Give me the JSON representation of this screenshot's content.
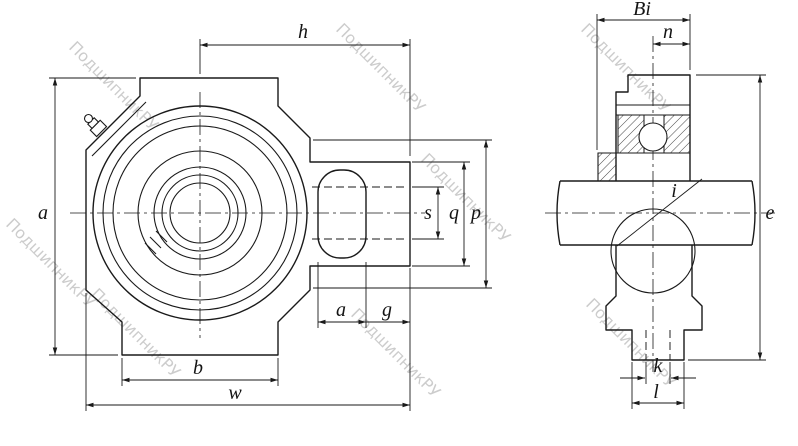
{
  "watermark": {
    "text": "ПодшипникРУ"
  },
  "front_view": {
    "dims": {
      "h": "h",
      "a_left": "a",
      "s": "s",
      "q": "q",
      "p": "p",
      "a_bottom": "a",
      "g": "g",
      "b": "b",
      "w": "w"
    }
  },
  "side_view": {
    "dims": {
      "Bi": "Bi",
      "n": "n",
      "i": "i",
      "e": "e",
      "k": "k",
      "l": "l"
    }
  }
}
